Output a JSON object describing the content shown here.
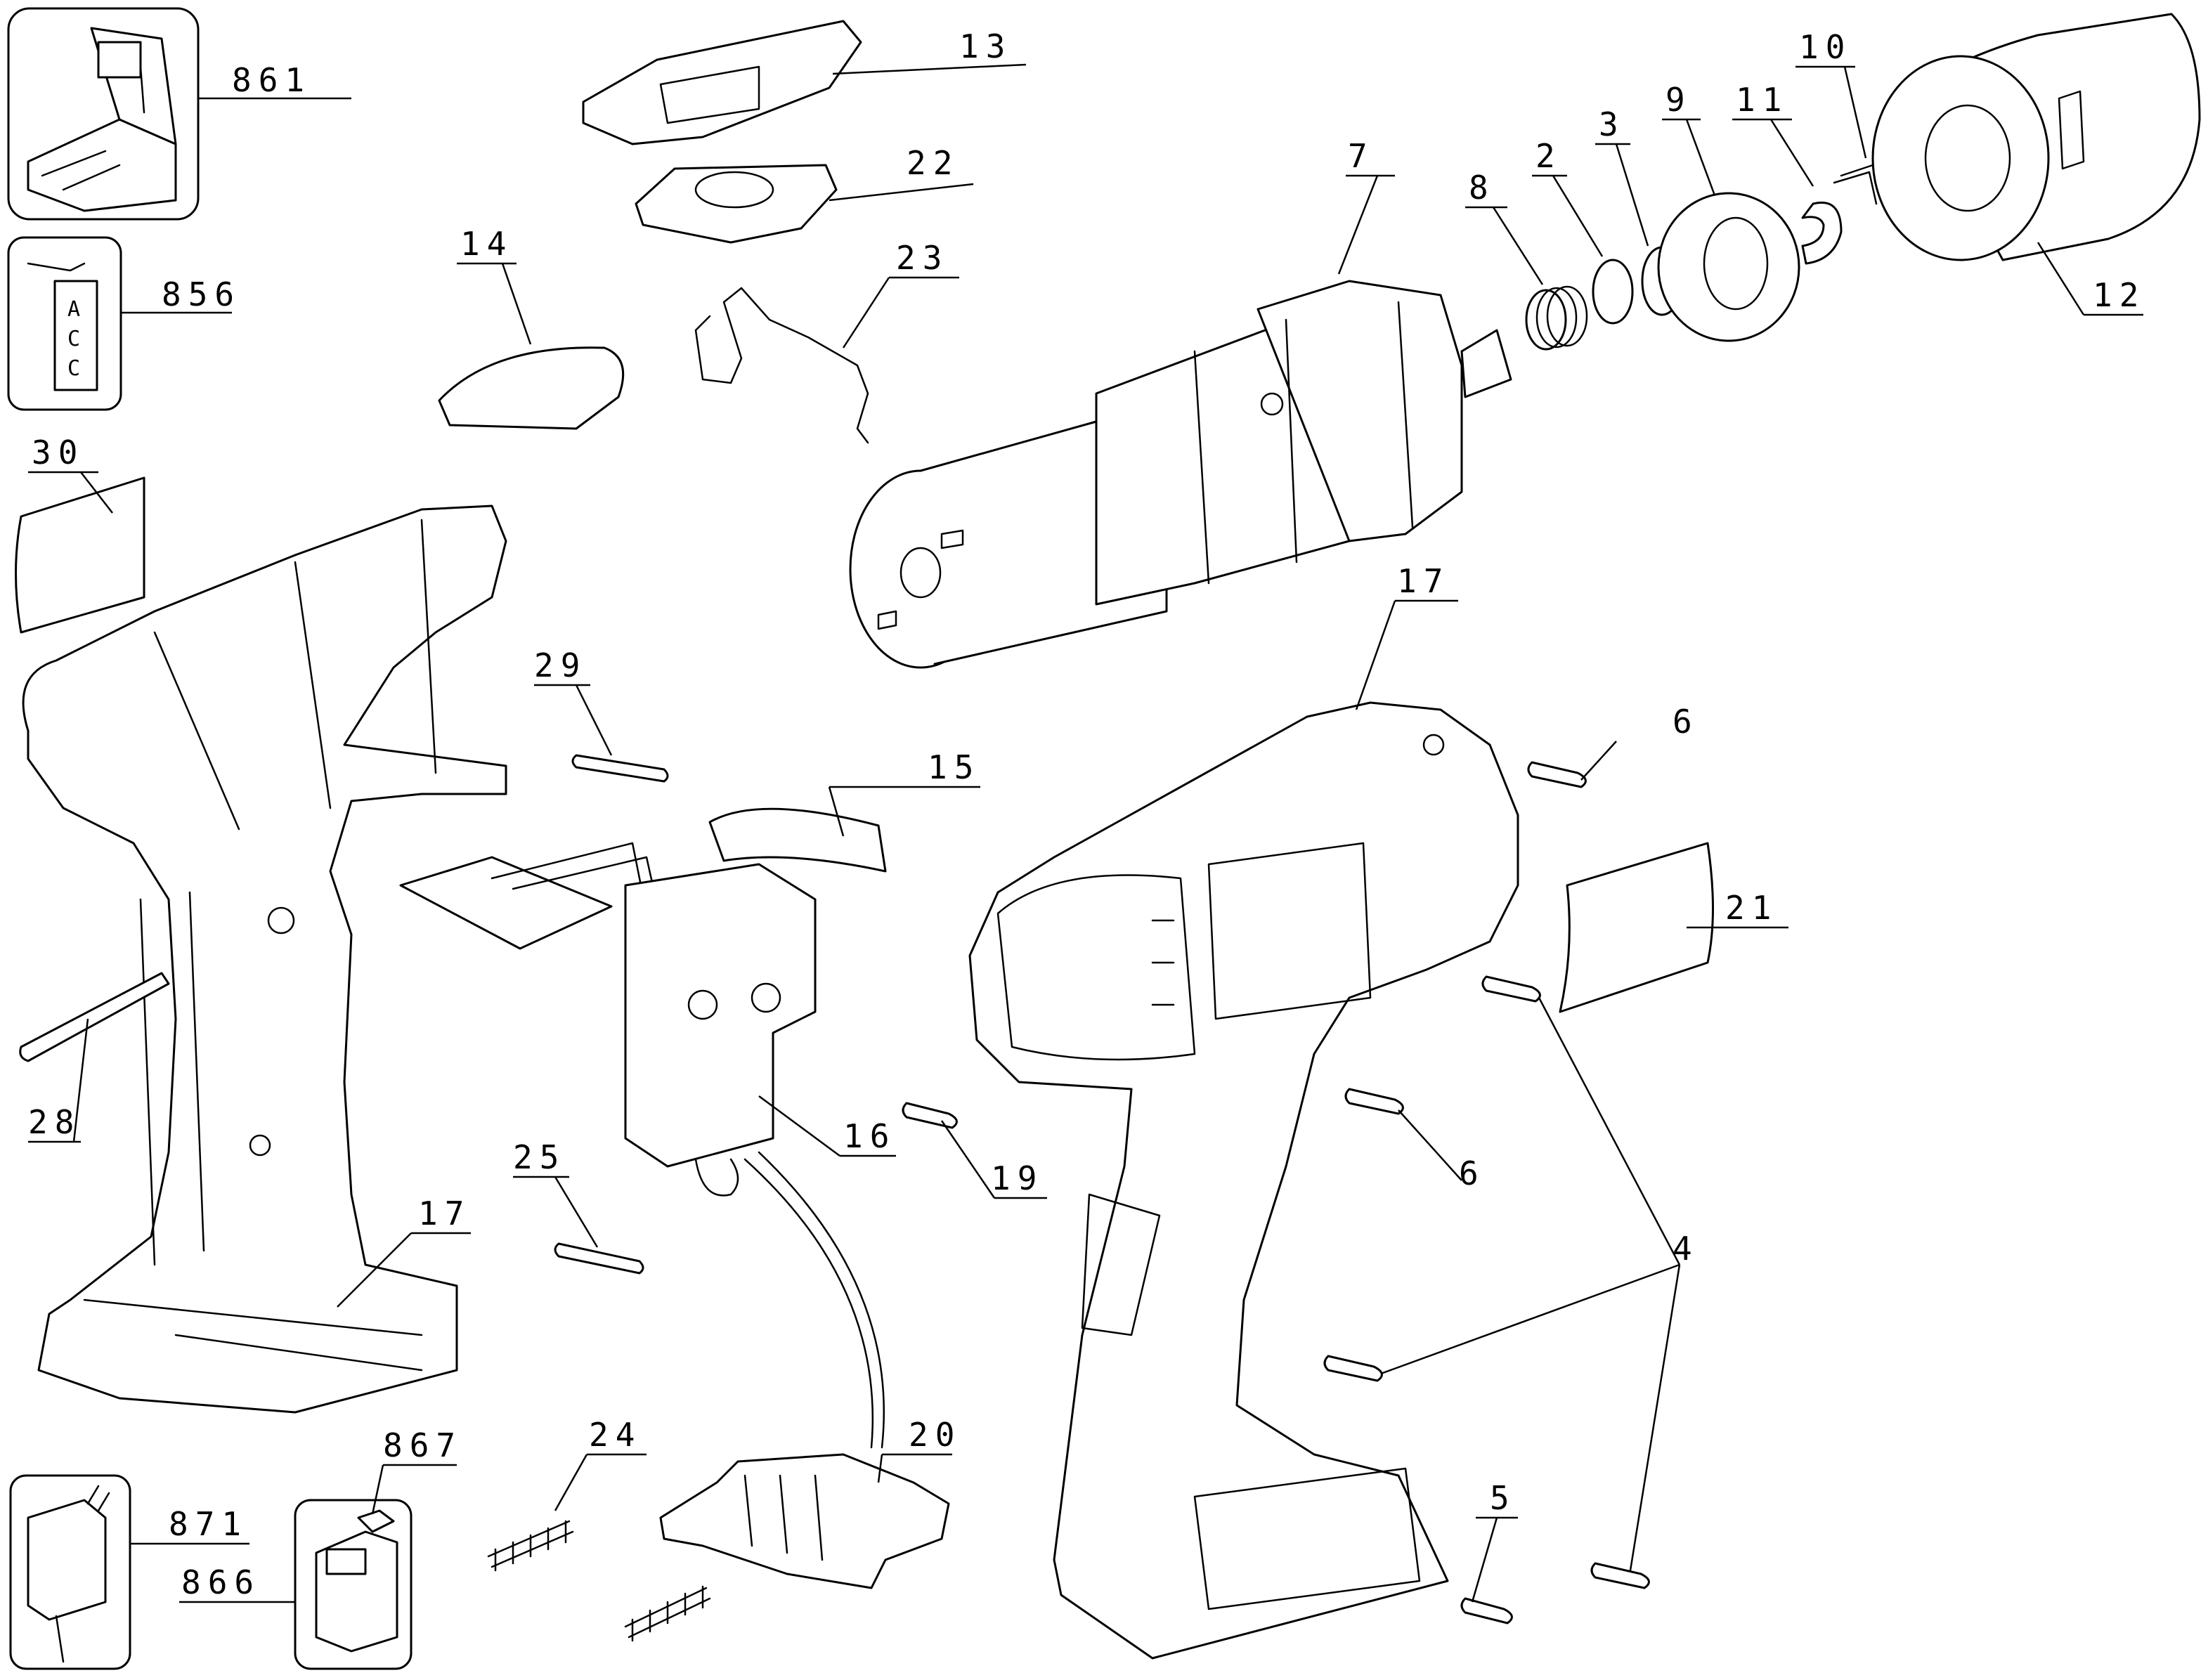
{
  "diagram": {
    "callouts": {
      "c861": "861",
      "c856": "856",
      "c30": "30",
      "c14": "14",
      "c13": "13",
      "c22": "22",
      "c23": "23",
      "c7": "7",
      "c8": "8",
      "c2": "2",
      "c3": "3",
      "c9": "9",
      "c11": "11",
      "c10": "10",
      "c12": "12",
      "c17_top": "17",
      "c29": "29",
      "c15": "15",
      "c6_top": "6",
      "c21": "21",
      "c28": "28",
      "c16": "16",
      "c19": "19",
      "c6_mid": "6",
      "c25": "25",
      "c17_bottom": "17",
      "c4": "4",
      "c24": "24",
      "c20": "20",
      "c867": "867",
      "c871": "871",
      "c866": "866",
      "c5": "5"
    },
    "label_856": [
      "A",
      "C",
      "C"
    ]
  }
}
